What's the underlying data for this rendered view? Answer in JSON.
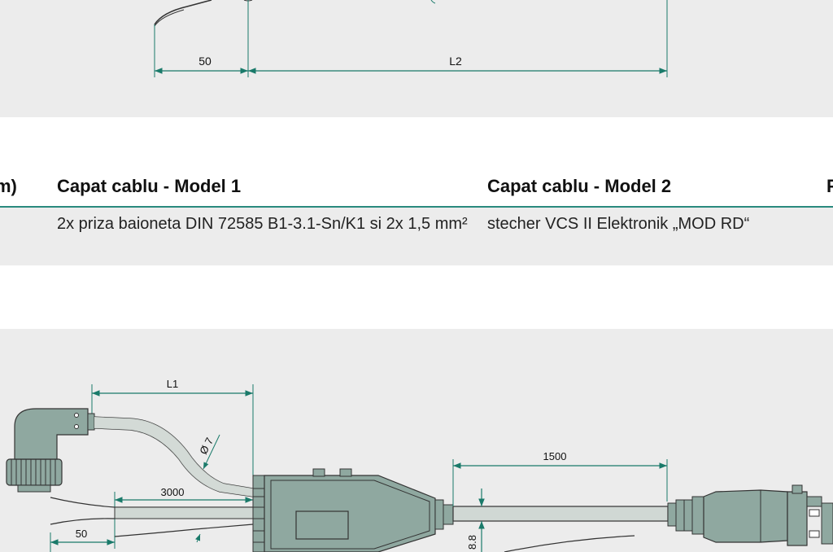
{
  "top_drawing": {
    "dim_50": "50",
    "dim_L2": "L2"
  },
  "table": {
    "headers": [
      "m)",
      "Capat cablu - Model 1",
      "Capat cablu - Model 2",
      "P"
    ],
    "row": [
      "2x priza baioneta DIN 72585 B1-3.1-Sn/K1 si 2x 1,5 mm²",
      "stecher VCS II Elektronik „MOD RD“"
    ]
  },
  "bottom_drawing": {
    "dim_L1": "L1",
    "dim_dia7": "Ø 7",
    "dim_3000": "3000",
    "dim_50": "50",
    "dim_1500": "1500",
    "dim_8_8": "8.8"
  },
  "colors": {
    "dimension": "#1a7a6a",
    "part_fill": "#8fa8a0",
    "cable_fill": "#d0d8d4",
    "panel": "#ececec"
  }
}
